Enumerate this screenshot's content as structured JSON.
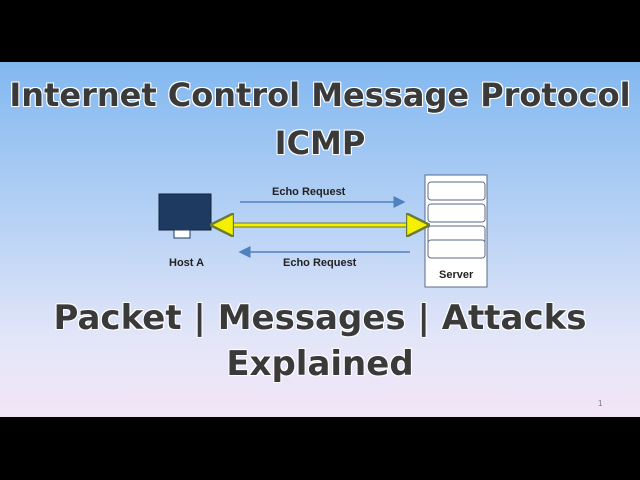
{
  "slide": {
    "title_line1": "Internet Control Message Protocol",
    "title_line2": "ICMP",
    "subtitle_line1": "Packet | Messages | Attacks",
    "subtitle_line2": "Explained",
    "page_number": "1"
  },
  "diagram": {
    "host_label": "Host A",
    "server_label": "Server",
    "arrow_top_label": "Echo Request",
    "arrow_bottom_label": "Echo Request",
    "colors": {
      "host_fill": "#1f3a60",
      "arrow_blue": "#4f81bd",
      "link_yellow": "#f5f000",
      "link_border": "#6a7a3a"
    },
    "icons": [
      "computer-monitor-icon",
      "server-rack-icon"
    ]
  }
}
